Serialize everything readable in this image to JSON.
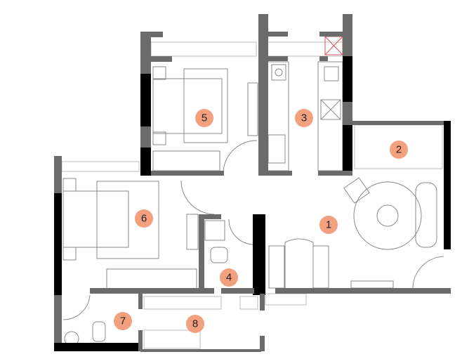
{
  "floor_plan": {
    "colors": {
      "marker": "#f3a07f",
      "wall": "#6b6b6b",
      "structural_wall": "#000000",
      "shaft_mark": "#e0505a"
    },
    "rooms": [
      {
        "number": "1"
      },
      {
        "number": "2"
      },
      {
        "number": "3"
      },
      {
        "number": "4"
      },
      {
        "number": "5"
      },
      {
        "number": "6"
      },
      {
        "number": "7"
      },
      {
        "number": "8"
      }
    ]
  }
}
